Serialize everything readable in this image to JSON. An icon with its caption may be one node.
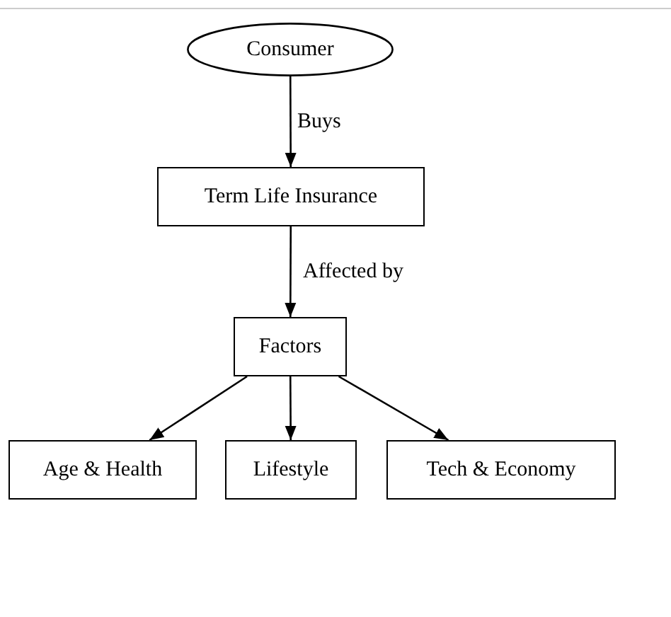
{
  "diagram": {
    "nodes": [
      {
        "text": [
          "Consumer"
        ]
      },
      {
        "text": [
          "Term Life Insurance"
        ]
      },
      {
        "text": [
          "Factors"
        ]
      },
      {
        "text": [
          "Age & Health"
        ]
      },
      {
        "text": [
          "Lifestyle"
        ]
      },
      {
        "text": [
          "Tech & Economy"
        ]
      }
    ],
    "edges": [
      {
        "from": 0,
        "to": 1,
        "arrow": "to",
        "label": "Buys"
      },
      {
        "from": 1,
        "to": 2,
        "arrow": "to",
        "label": "Affected by"
      },
      {
        "from": 2,
        "to": 3,
        "arrow": "to"
      },
      {
        "from": 2,
        "to": 4,
        "arrow": "to"
      },
      {
        "from": 2,
        "to": 5,
        "arrow": "to"
      }
    ]
  }
}
